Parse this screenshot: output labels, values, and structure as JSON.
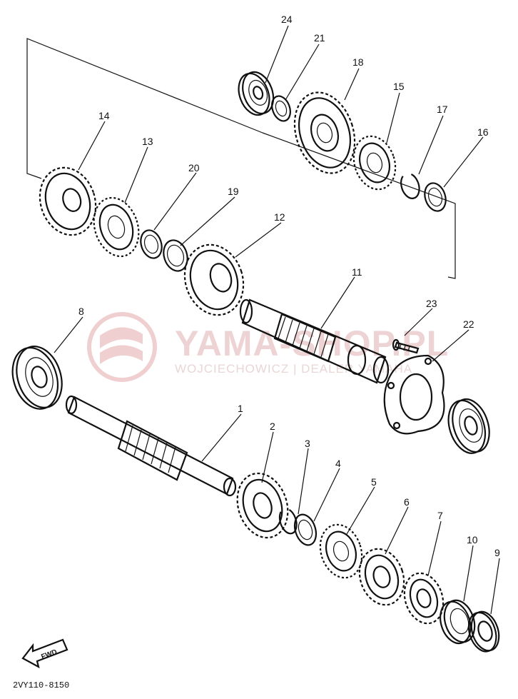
{
  "diagram": {
    "parts": [
      {
        "ref": "24",
        "label": "24"
      },
      {
        "ref": "21",
        "label": "21"
      },
      {
        "ref": "18",
        "label": "18"
      },
      {
        "ref": "15",
        "label": "15"
      },
      {
        "ref": "17",
        "label": "17"
      },
      {
        "ref": "16",
        "label": "16"
      },
      {
        "ref": "14",
        "label": "14"
      },
      {
        "ref": "13",
        "label": "13"
      },
      {
        "ref": "20",
        "label": "20"
      },
      {
        "ref": "19",
        "label": "19"
      },
      {
        "ref": "12",
        "label": "12"
      },
      {
        "ref": "11",
        "label": "11"
      },
      {
        "ref": "23",
        "label": "23"
      },
      {
        "ref": "22",
        "label": "22"
      },
      {
        "ref": "8",
        "label": "8"
      },
      {
        "ref": "1",
        "label": "1"
      },
      {
        "ref": "2",
        "label": "2"
      },
      {
        "ref": "3",
        "label": "3"
      },
      {
        "ref": "4",
        "label": "4"
      },
      {
        "ref": "5",
        "label": "5"
      },
      {
        "ref": "6",
        "label": "6"
      },
      {
        "ref": "7",
        "label": "7"
      },
      {
        "ref": "10",
        "label": "10"
      },
      {
        "ref": "9",
        "label": "9"
      }
    ],
    "fwd_label": "FWD",
    "drawing_code": "2VY110-8150"
  },
  "watermark": {
    "brand": "YAMA-SHOP.PL",
    "subtitle": "WOJCIECHOWICZ | DEALER YAMAHA"
  },
  "colors": {
    "ink": "#111111",
    "background": "#ffffff",
    "watermark": "#e8c4c4"
  }
}
